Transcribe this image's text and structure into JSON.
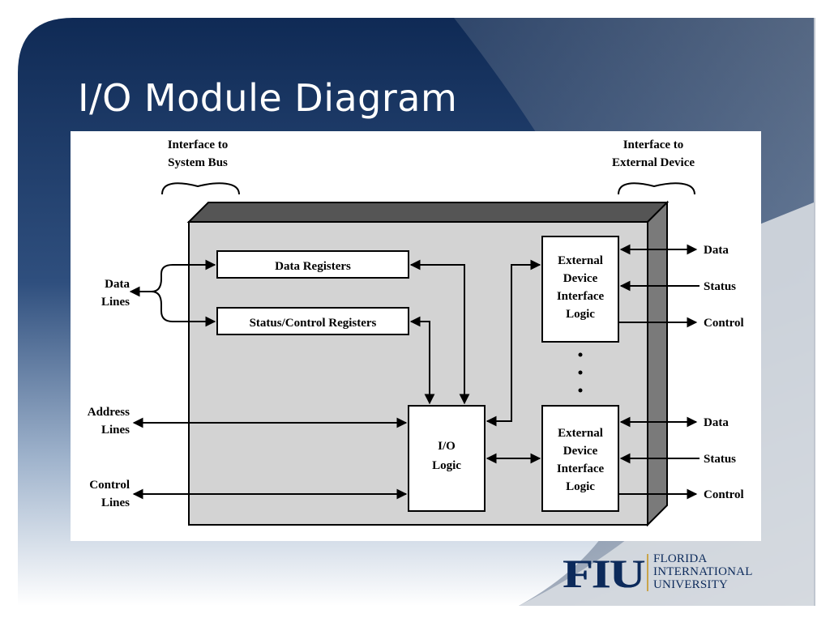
{
  "slide": {
    "title": "I/O Module Diagram",
    "colors": {
      "navy": "#0f2a55",
      "title_text": "#ffffff",
      "logo_navy": "#0c2a5b",
      "logo_gold": "#c9a44a"
    }
  },
  "diagram": {
    "interface_system": [
      "Interface to",
      "System Bus"
    ],
    "interface_external": [
      "Interface to",
      "External Device"
    ],
    "left_labels": {
      "data_lines": [
        "Data",
        "Lines"
      ],
      "address_lines": [
        "Address",
        "Lines"
      ],
      "control_lines": [
        "Control",
        "Lines"
      ]
    },
    "boxes": {
      "data_registers": "Data Registers",
      "status_control_registers": "Status/Control Registers",
      "io_logic": [
        "I/O",
        "Logic"
      ],
      "ext_logic": [
        "External",
        "Device",
        "Interface",
        "Logic"
      ]
    },
    "right_labels": {
      "data": "Data",
      "status": "Status",
      "control": "Control"
    }
  },
  "logo": {
    "mark": "FIU",
    "lines": [
      "FLORIDA",
      "INTERNATIONAL",
      "UNIVERSITY"
    ]
  }
}
